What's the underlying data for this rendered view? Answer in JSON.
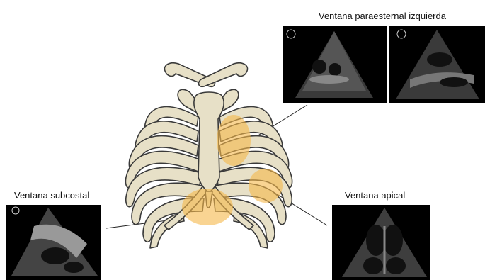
{
  "labels": {
    "parasternal": "Ventana paraesternal izquierda",
    "subcostal": "Ventana subcostal",
    "apical": "Ventana apical"
  },
  "colors": {
    "bone_fill": "#e7e0c7",
    "bone_stroke": "#3a3a3a",
    "highlight": "#f5b74a",
    "leader_line": "#222222",
    "echo_background": "#000000"
  },
  "images": [
    {
      "name": "parasternal-short-axis-echo",
      "window": "parasternal"
    },
    {
      "name": "parasternal-long-axis-echo",
      "window": "parasternal"
    },
    {
      "name": "subcostal-echo",
      "window": "subcostal"
    },
    {
      "name": "apical-four-chamber-echo",
      "window": "apical"
    }
  ]
}
